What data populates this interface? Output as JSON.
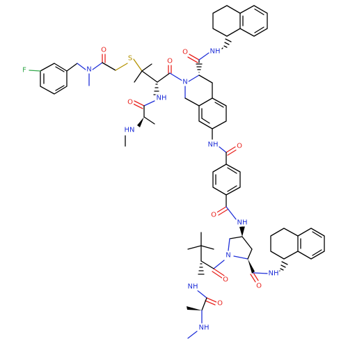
{
  "colors": {
    "carbon_bond": "#000000",
    "oxygen": "#e8231e",
    "nitrogen": "#1f2fd8",
    "sulfur": "#b39200",
    "fluorine": "#32a84a",
    "background": "#ffffff"
  },
  "atom_labels": [
    {
      "id": "f1",
      "text": "F",
      "element": "F"
    },
    {
      "id": "n_amide1",
      "text": "N",
      "element": "N"
    },
    {
      "id": "o_amide1",
      "text": "O",
      "element": "O"
    },
    {
      "id": "s1",
      "text": "S",
      "element": "S"
    },
    {
      "id": "o_carbonyl2",
      "text": "O",
      "element": "O"
    },
    {
      "id": "n_ring1",
      "text": "N",
      "element": "N"
    },
    {
      "id": "nh_tetralin1",
      "text": "NH",
      "element": "N"
    },
    {
      "id": "o_carbonyl3",
      "text": "O",
      "element": "O"
    },
    {
      "id": "nh_val1",
      "text": "NH",
      "element": "N"
    },
    {
      "id": "o_ala1",
      "text": "O",
      "element": "O"
    },
    {
      "id": "hn_ala1",
      "text": "HN",
      "element": "N"
    },
    {
      "id": "nh_aryl",
      "text": "NH",
      "element": "N"
    },
    {
      "id": "o_tere1",
      "text": "O",
      "element": "O"
    },
    {
      "id": "o_tere2",
      "text": "O",
      "element": "O"
    },
    {
      "id": "nh_pyr",
      "text": "NH",
      "element": "N"
    },
    {
      "id": "n_pyr",
      "text": "N",
      "element": "N"
    },
    {
      "id": "o_pyr_co",
      "text": "O",
      "element": "O"
    },
    {
      "id": "nh_tetralin2",
      "text": "NH",
      "element": "N"
    },
    {
      "id": "o_tle",
      "text": "O",
      "element": "O"
    },
    {
      "id": "nh_tle",
      "text": "NH",
      "element": "N"
    },
    {
      "id": "o_ala2",
      "text": "O",
      "element": "O"
    },
    {
      "id": "nh_ala2",
      "text": "NH",
      "element": "N"
    }
  ]
}
